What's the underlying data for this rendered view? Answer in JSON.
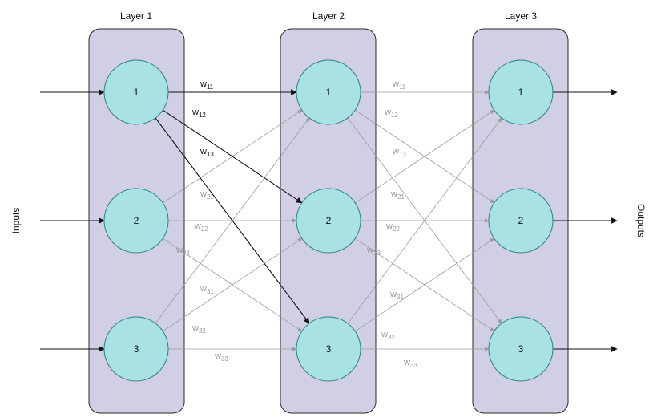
{
  "layers": [
    {
      "title": "Layer 1",
      "nodes": [
        "1",
        "2",
        "3"
      ]
    },
    {
      "title": "Layer 2",
      "nodes": [
        "1",
        "2",
        "3"
      ]
    },
    {
      "title": "Layer 3",
      "nodes": [
        "1",
        "2",
        "3"
      ]
    }
  ],
  "inputs_label": "Inputs",
  "outputs_label": "Outputs",
  "weights_layer1_to_2": [
    {
      "base": "w",
      "sub": "11",
      "emphasis": "dark"
    },
    {
      "base": "w",
      "sub": "12",
      "emphasis": "dark"
    },
    {
      "base": "w",
      "sub": "13",
      "emphasis": "dark"
    },
    {
      "base": "w",
      "sub": "21",
      "emphasis": "light"
    },
    {
      "base": "w",
      "sub": "22",
      "emphasis": "light"
    },
    {
      "base": "w",
      "sub": "23",
      "emphasis": "light"
    },
    {
      "base": "w",
      "sub": "31",
      "emphasis": "light"
    },
    {
      "base": "w",
      "sub": "32",
      "emphasis": "light"
    },
    {
      "base": "w",
      "sub": "33",
      "emphasis": "light"
    }
  ],
  "weights_layer2_to_3": [
    {
      "base": "w",
      "sub": "11",
      "emphasis": "light"
    },
    {
      "base": "w",
      "sub": "12",
      "emphasis": "light"
    },
    {
      "base": "w",
      "sub": "13",
      "emphasis": "light"
    },
    {
      "base": "w",
      "sub": "21",
      "emphasis": "light"
    },
    {
      "base": "w",
      "sub": "22",
      "emphasis": "light"
    },
    {
      "base": "w",
      "sub": "23",
      "emphasis": "light"
    },
    {
      "base": "w",
      "sub": "31",
      "emphasis": "light"
    },
    {
      "base": "w",
      "sub": "32",
      "emphasis": "light"
    },
    {
      "base": "w",
      "sub": "33",
      "emphasis": "light"
    }
  ],
  "colors": {
    "layer_fill": "#d0cfe3",
    "node_fill": "#a8e2e2",
    "node_stroke": "#2f7f86",
    "dark_edge": "#111111",
    "light_edge": "#9a9a9a"
  }
}
